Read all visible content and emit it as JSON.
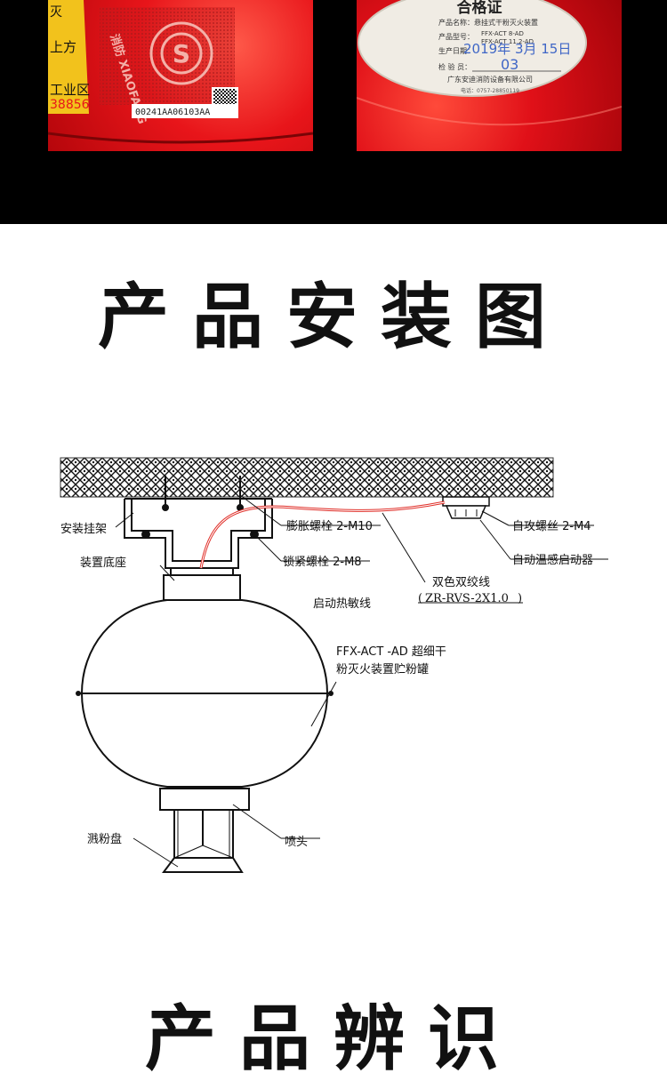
{
  "colors": {
    "brand_red": "#e8151a",
    "wire_red": "#e0302a",
    "label_bg": "#f0ece4"
  },
  "photos": {
    "left": {
      "side_text": [
        "灭",
        "上方",
        "工业区",
        "38856"
      ],
      "badge_text": "消防 XIAOFANG",
      "serial": "00241AA06103AA",
      "logo_icon": "s-logo-icon",
      "qr_icon": "qr-code-icon"
    },
    "right": {
      "title": "合格证",
      "product_name": "产品名称：悬挂式干粉灭火装置",
      "model_label": "产品型号：",
      "model_1": "FFX-ACT 8-AD",
      "model_2": "FFX-ACT 11.2-AD",
      "date_label": "生产日期：",
      "date_value": "2019年 3月 15日",
      "inspector_label": "检 验 员：",
      "inspector_value": "03",
      "company": "广东安迪消防设备有限公司",
      "phone": "电话：0757-28850119"
    }
  },
  "sections": {
    "install_title": "产品安装图",
    "identify_title": "产品辨识"
  },
  "diagram": {
    "labels": {
      "mount_bracket": "安装挂架",
      "expansion_bolt": "膨胀螺栓 2-M10",
      "self_tapping_screw": "自攻螺丝 2-M4",
      "base": "装置底座",
      "lock_bolt": "锁紧螺栓 2-M8",
      "auto_starter": "自动温感启动器",
      "twisted_wire": "双色双绞线",
      "wire_model": "ZR-RVS-2X1.0",
      "thermal_wire": "启动热敏线",
      "tank_1": "FFX-ACT -AD 超细干",
      "tank_2": "粉灭火装置贮粉罐",
      "spray_disc": "溅粉盘",
      "nozzle": "喷头"
    }
  }
}
